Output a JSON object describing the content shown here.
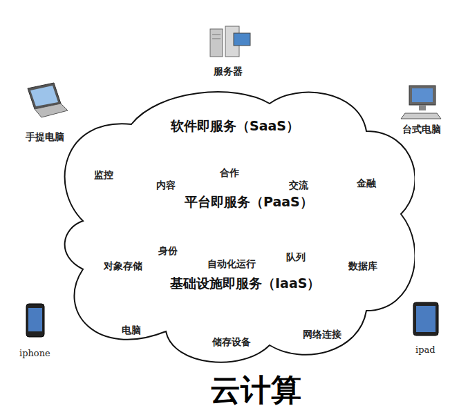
{
  "diagram": {
    "title": "云计算",
    "nodes": [
      {
        "text": [
          "软件即服务（SaaS）",
          "平台即服务（PaaS）",
          "基础设施即服务（IaaS）"
        ]
      }
    ],
    "labels": [
      "服务器",
      "手提电脑",
      "台式电脑",
      "监控",
      "内容",
      "合作",
      "交流",
      "金融",
      "身份",
      "对象存储",
      "自动化运行",
      "队列",
      "数据库",
      "电脑",
      "储存设备",
      "网络连接",
      "iphone",
      "ipad"
    ]
  }
}
